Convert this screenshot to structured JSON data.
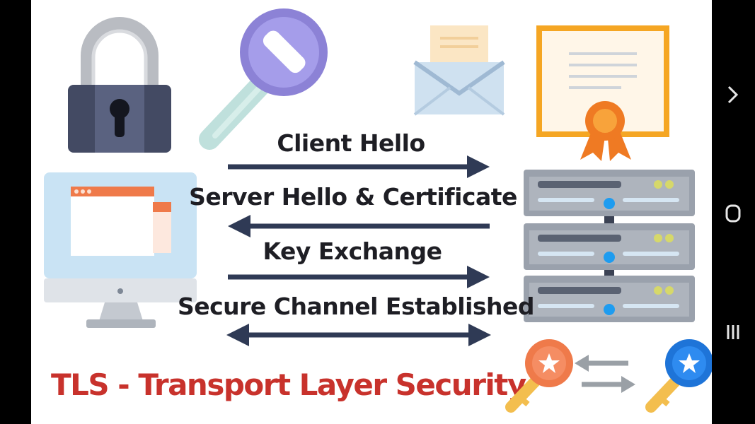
{
  "diagram": {
    "title": "TLS - Transport Layer Security",
    "steps": [
      {
        "label": "Client Hello",
        "direction": "right"
      },
      {
        "label": "Server Hello & Certificate",
        "direction": "left"
      },
      {
        "label": "Key Exchange",
        "direction": "right"
      },
      {
        "label": "Secure Channel Established",
        "direction": "both"
      }
    ],
    "icons": {
      "padlock": "padlock-icon",
      "key": "key-icon",
      "envelope": "envelope-icon",
      "certificate": "certificate-icon",
      "computer": "computer-monitor-icon",
      "server": "server-rack-icon",
      "exchange": "key-exchange-icon"
    },
    "colors": {
      "title": "#c8322c",
      "arrow": "#2f3a55",
      "text": "#1e1e24",
      "accent_orange": "#f08a2a",
      "accent_purple": "#8c82d6",
      "accent_blue": "#2a7de1"
    }
  }
}
